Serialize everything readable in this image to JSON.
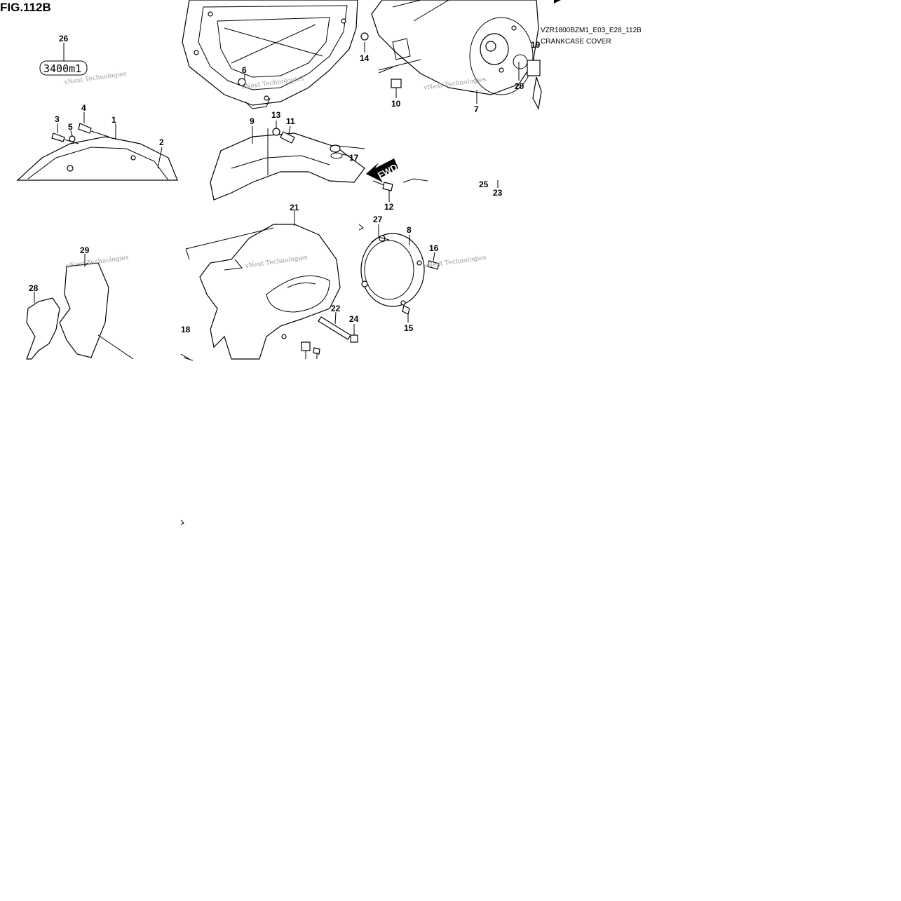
{
  "figure": {
    "title": "FIG.112B",
    "code": "VZR1800BZM1_E03_E28_112B",
    "name": "CRANKCASE COVER",
    "label_tag": "3400m1",
    "fwd": "FWD",
    "watermark": "vNext Technologies"
  },
  "callouts": [
    "1",
    "2",
    "3",
    "4",
    "5",
    "6",
    "7",
    "8",
    "9",
    "10",
    "11",
    "12",
    "13",
    "14",
    "15",
    "16",
    "17",
    "18",
    "19",
    "20",
    "21",
    "22",
    "23",
    "24",
    "25",
    "26",
    "27",
    "28",
    "29"
  ]
}
